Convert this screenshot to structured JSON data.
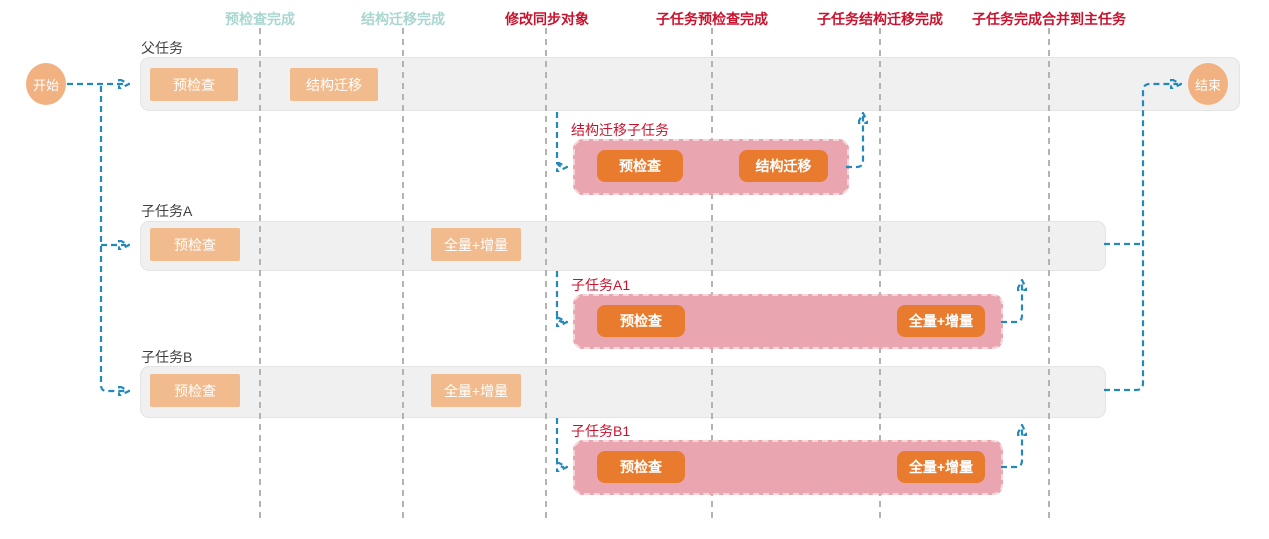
{
  "milestones": [
    {
      "label": "预检查完成",
      "type": "done"
    },
    {
      "label": "结构迁移完成",
      "type": "done"
    },
    {
      "label": "修改同步对象",
      "type": "action"
    },
    {
      "label": "子任务预检查完成",
      "type": "action"
    },
    {
      "label": "子任务结构迁移完成",
      "type": "action"
    },
    {
      "label": "子任务完成合并到主任务",
      "type": "action"
    }
  ],
  "start_node": {
    "label": "开始"
  },
  "end_node": {
    "label": "结束"
  },
  "lanes": [
    {
      "name": "父任务",
      "steps": [
        "预检查",
        "结构迁移"
      ]
    },
    {
      "name": "子任务A",
      "steps": [
        "预检查",
        "全量+增量"
      ]
    },
    {
      "name": "子任务B",
      "steps": [
        "预检查",
        "全量+增量"
      ]
    }
  ],
  "subtasks": [
    {
      "name": "结构迁移子任务",
      "steps": [
        "预检查",
        "结构迁移"
      ]
    },
    {
      "name": "子任务A1",
      "steps": [
        "预检查",
        "全量+增量"
      ]
    },
    {
      "name": "子任务B1",
      "steps": [
        "预检查",
        "全量+增量"
      ]
    }
  ],
  "colors": {
    "accent-blue": "#2389bd",
    "grid-gray": "#b3b3b3",
    "lane-bg": "#f0f0f1",
    "lane-border": "#e4e4e4",
    "btn-light": "#f2bb8e",
    "btn-dark": "#e97b2e",
    "pink": "#e9a6b0",
    "pink-border": "#f7d6da",
    "node": "#f1b181",
    "teal": "#a9d6d0",
    "red": "#c9132e",
    "text-dark": "#404040"
  }
}
